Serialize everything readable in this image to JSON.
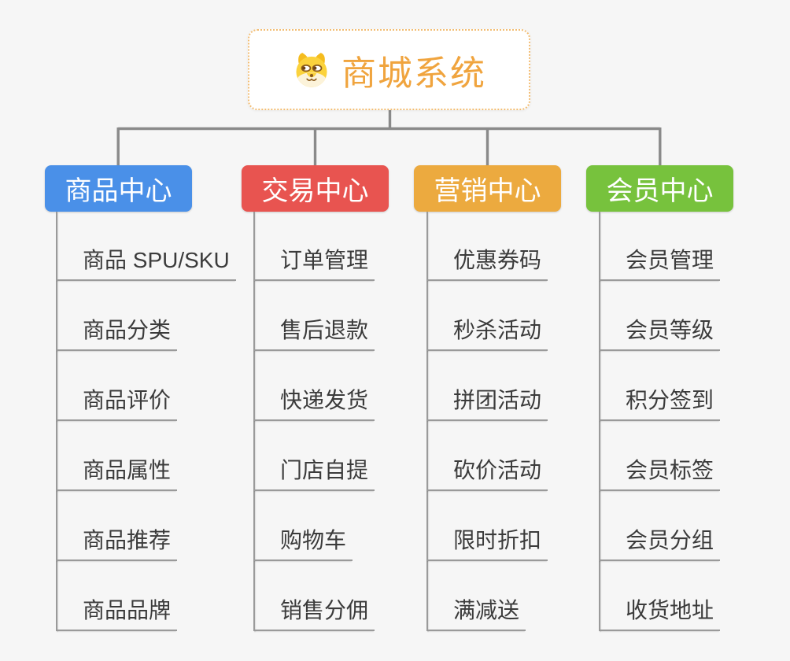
{
  "app": {
    "background_color": "#f6f6f6",
    "connector_color": "#8a8a8a",
    "leaf_line_color": "#9a9a9a"
  },
  "root": {
    "title": "商城系统",
    "title_color": "#f0a43e",
    "border_color": "#f2bd74",
    "icon": "shiba-dog-icon"
  },
  "branches": [
    {
      "label": "商品中心",
      "color": "#4a90e8",
      "items": [
        "商品 SPU/SKU",
        "商品分类",
        "商品评价",
        "商品属性",
        "商品推荐",
        "商品品牌"
      ]
    },
    {
      "label": "交易中心",
      "color": "#e85450",
      "items": [
        "订单管理",
        "售后退款",
        "快递发货",
        "门店自提",
        "购物车",
        "销售分佣"
      ]
    },
    {
      "label": "营销中心",
      "color": "#ecaa3f",
      "items": [
        "优惠券码",
        "秒杀活动",
        "拼团活动",
        "砍价活动",
        "限时折扣",
        "满减送"
      ]
    },
    {
      "label": "会员中心",
      "color": "#77c23d",
      "items": [
        "会员管理",
        "会员等级",
        "积分签到",
        "会员标签",
        "会员分组",
        "收货地址"
      ]
    }
  ]
}
